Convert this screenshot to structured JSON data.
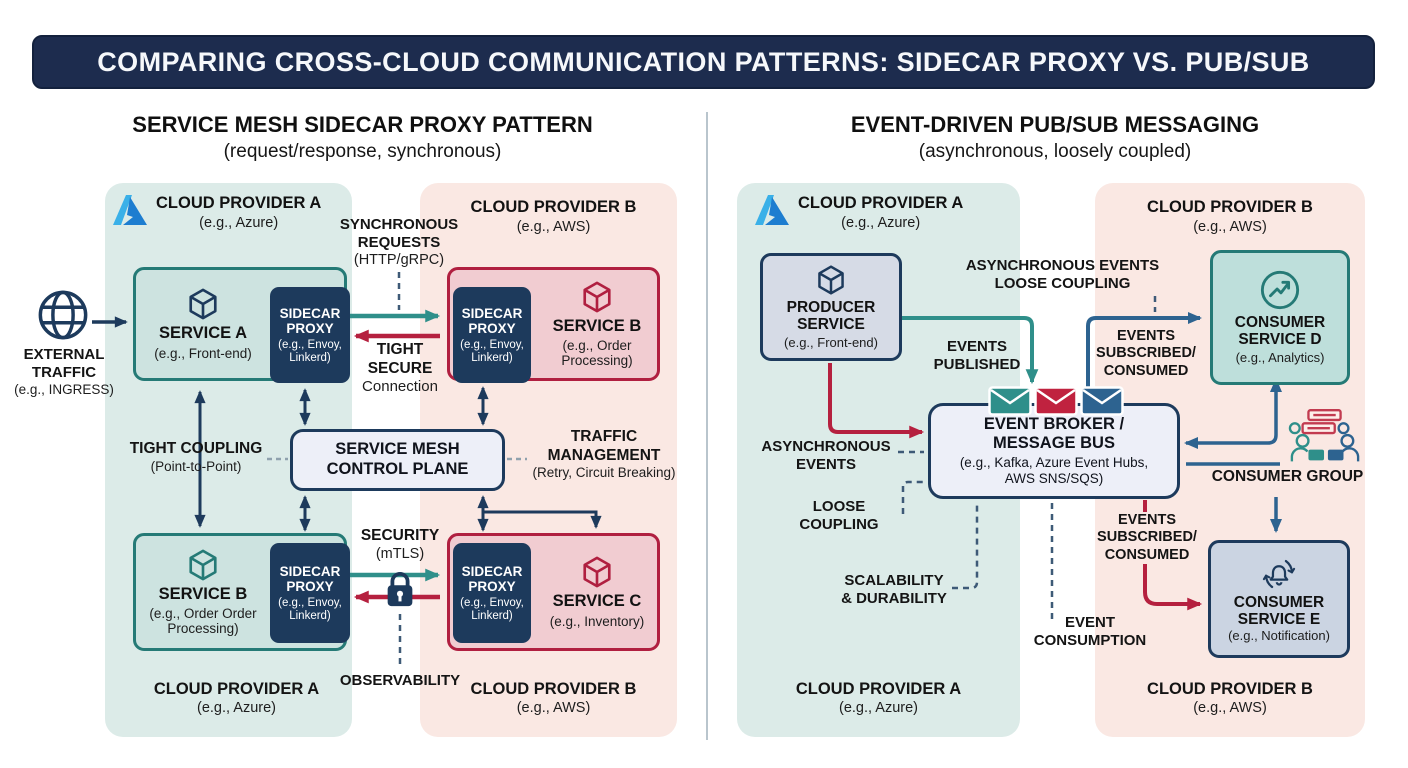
{
  "title": "COMPARING CROSS-CLOUD COMMUNICATION PATTERNS: SIDECAR PROXY VS. PUB/SUB",
  "colors": {
    "title_bg": "#1d2c4e",
    "navy": "#1d3a5c",
    "teal": "#2f8f8a",
    "red": "#b5203f",
    "blue": "#2d6390",
    "teal_panel": "#dcebe8",
    "pink_panel": "#fae8e3",
    "teal_box": "#cde3e0",
    "pink_box": "#f1ccd1",
    "lavender_box": "#edeff8",
    "gray_box": "#d6dbe6",
    "consumer_d_box": "#bedfdb",
    "consumer_e_box": "#cbd4e2"
  },
  "left": {
    "heading": "SERVICE MESH SIDECAR PROXY PATTERN",
    "subheading": "(request/response, synchronous)",
    "provider_a": {
      "name": "CLOUD PROVIDER A",
      "example": "(e.g., Azure)"
    },
    "provider_b": {
      "name": "CLOUD PROVIDER B",
      "example": "(e.g., AWS)"
    },
    "external_traffic": {
      "title": "EXTERNAL\nTRAFFIC",
      "example": "(e.g., INGRESS)"
    },
    "sync_requests": "SYNCHRONOUS\nREQUESTS",
    "sync_requests_sub": "(HTTP/gRPC)",
    "service_a": {
      "title": "SERVICE A",
      "example": "(e.g., Front-end)"
    },
    "service_b_top": {
      "title": "SERVICE B",
      "example": "(e.g., Order\nProcessing)"
    },
    "service_b_bottom": {
      "title": "SERVICE B",
      "example": "(e.g., Order Order\nProcessing)"
    },
    "service_c": {
      "title": "SERVICE C",
      "example": "(e.g., Inventory)"
    },
    "sidecar": {
      "title": "SIDECAR\nPROXY",
      "example": "(e.g., Envoy,\nLinkerd)"
    },
    "control_plane": "SERVICE MESH\nCONTROL PLANE",
    "tight_secure": "TIGHT\nSECURE",
    "tight_secure_sub": "Connection",
    "tight_coupling": "TIGHT COUPLING",
    "tight_coupling_sub": "(Point-to-Point)",
    "traffic_management": "TRAFFIC\nMANAGEMENT",
    "traffic_management_sub": "(Retry, Circuit Breaking)",
    "security": "SECURITY",
    "security_sub": "(mTLS)",
    "observability": "OBSERVABILITY"
  },
  "right": {
    "heading": "EVENT-DRIVEN PUB/SUB MESSAGING",
    "subheading": "(asynchronous, loosely coupled)",
    "provider_a": {
      "name": "CLOUD PROVIDER A",
      "example": "(e.g., Azure)"
    },
    "provider_b": {
      "name": "CLOUD PROVIDER B",
      "example": "(e.g., AWS)"
    },
    "producer": {
      "title": "PRODUCER\nSERVICE",
      "example": "(e.g., Front-end)"
    },
    "async_loose": "ASYNCHRONOUS EVENTS\nLOOSE COUPLING",
    "events_published": "EVENTS\nPUBLISHED",
    "broker": {
      "title": "EVENT BROKER /\nMESSAGE BUS",
      "example": "(e.g., Kafka, Azure Event Hubs,\nAWS SNS/SQS)"
    },
    "async_events": "ASYNCHRONOUS\nEVENTS",
    "loose_coupling": "LOOSE\nCOUPLING",
    "scalability": "SCALABILITY\n& DURABILITY",
    "event_consumption": "EVENT\nCONSUMPTION",
    "events_subscribed_top": "EVENTS\nSUBSCRIBED/\nCONSUMED",
    "events_subscribed_bottom": "EVENTS\nSUBSCRIBED/\nCONSUMED",
    "consumer_d": {
      "title": "CONSUMER\nSERVICE D",
      "example": "(e.g., Analytics)"
    },
    "consumer_e": {
      "title": "CONSUMER\nSERVICE E",
      "example": "(e.g., Notification)"
    },
    "consumer_group": "CONSUMER GROUP"
  }
}
